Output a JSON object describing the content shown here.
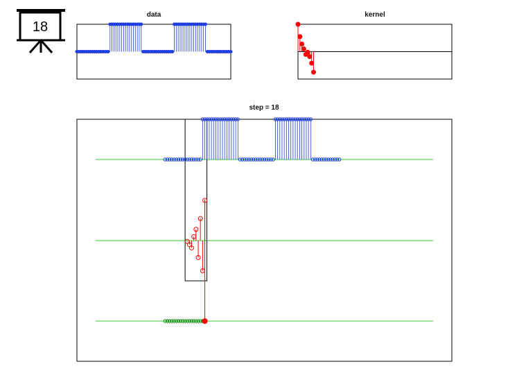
{
  "badge": {
    "number": "18",
    "icon": "presentation-board-icon"
  },
  "colors": {
    "data": "#1f3fdf",
    "kernel": "#ff0000",
    "output": "#118811",
    "axis_line": "#33cc33",
    "frame": "#000000"
  },
  "chart_data": [
    {
      "type": "stem",
      "title": "data",
      "x": [
        0,
        1,
        2,
        3,
        4,
        5,
        6,
        7,
        8,
        9,
        10,
        11,
        12,
        13,
        14,
        15,
        16,
        17,
        18,
        19,
        20,
        21,
        22,
        23,
        24,
        25,
        26,
        27,
        28,
        29,
        30,
        31,
        32,
        33,
        34,
        35,
        36,
        37,
        38,
        39,
        40,
        41,
        42,
        43,
        44,
        45,
        46,
        47,
        48,
        49,
        50,
        51,
        52,
        53,
        54,
        55,
        56,
        57,
        58,
        59,
        60,
        61,
        62,
        63,
        64,
        65,
        66,
        67,
        68,
        69,
        70,
        71,
        72,
        73,
        74,
        75,
        76,
        77,
        78,
        79
      ],
      "values": [
        0,
        0,
        0,
        0,
        0,
        0,
        0,
        0,
        0,
        0,
        0,
        0,
        0,
        0,
        0,
        0,
        0,
        1,
        1,
        1,
        1,
        1,
        1,
        1,
        1,
        1,
        1,
        1,
        1,
        1,
        1,
        1,
        1,
        1,
        0,
        0,
        0,
        0,
        0,
        0,
        0,
        0,
        0,
        0,
        0,
        0,
        0,
        0,
        0,
        0,
        1,
        1,
        1,
        1,
        1,
        1,
        1,
        1,
        1,
        1,
        1,
        1,
        1,
        1,
        1,
        1,
        1,
        0,
        0,
        0,
        0,
        0,
        0,
        0,
        0,
        0,
        0,
        0,
        0,
        0
      ],
      "xlim": [
        0,
        79
      ],
      "ylim": [
        -1,
        1
      ],
      "grid": false
    },
    {
      "type": "stem",
      "title": "kernel",
      "x": [
        0,
        1,
        2,
        3,
        4,
        5,
        6,
        7,
        8
      ],
      "values": [
        1.0,
        0.55,
        0.28,
        0.1,
        -0.1,
        -0.02,
        -0.18,
        -0.42,
        -0.75
      ],
      "xlim": [
        0,
        79
      ],
      "ylim": [
        -1,
        1
      ],
      "grid": false
    },
    {
      "type": "stem",
      "title": "step = 18",
      "step": 18,
      "data_x": [
        0,
        1,
        2,
        3,
        4,
        5,
        6,
        7,
        8,
        9,
        10,
        11,
        12,
        13,
        14,
        15,
        16,
        17,
        18,
        19,
        20,
        21,
        22,
        23,
        24,
        25,
        26,
        27,
        28,
        29,
        30,
        31,
        32,
        33,
        34,
        35,
        36,
        37,
        38,
        39,
        40,
        41,
        42,
        43,
        44,
        45,
        46,
        47,
        48,
        49,
        50,
        51,
        52,
        53,
        54,
        55,
        56,
        57,
        58,
        59,
        60,
        61,
        62,
        63,
        64,
        65,
        66,
        67,
        68,
        69,
        70,
        71,
        72,
        73,
        74,
        75,
        76,
        77,
        78,
        79
      ],
      "data_values": [
        0,
        0,
        0,
        0,
        0,
        0,
        0,
        0,
        0,
        0,
        0,
        0,
        0,
        0,
        0,
        0,
        0,
        1,
        1,
        1,
        1,
        1,
        1,
        1,
        1,
        1,
        1,
        1,
        1,
        1,
        1,
        1,
        1,
        1,
        0,
        0,
        0,
        0,
        0,
        0,
        0,
        0,
        0,
        0,
        0,
        0,
        0,
        0,
        0,
        0,
        1,
        1,
        1,
        1,
        1,
        1,
        1,
        1,
        1,
        1,
        1,
        1,
        1,
        1,
        1,
        1,
        1,
        0,
        0,
        0,
        0,
        0,
        0,
        0,
        0,
        0,
        0,
        0,
        0,
        0
      ],
      "kernel_x": [
        10,
        11,
        12,
        13,
        14,
        15,
        16,
        17,
        18
      ],
      "kernel_values": [
        -0.02,
        -0.1,
        -0.18,
        0.1,
        0.28,
        -0.42,
        0.55,
        -0.75,
        1.0
      ],
      "output_x": [
        0,
        1,
        2,
        3,
        4,
        5,
        6,
        7,
        8,
        9,
        10,
        11,
        12,
        13,
        14,
        15,
        16,
        17,
        18
      ],
      "output_values": [
        0,
        0,
        0,
        0,
        0,
        0,
        0,
        0,
        0,
        0,
        0,
        0,
        0,
        0,
        0,
        0,
        0,
        0,
        0
      ],
      "window_x": [
        10,
        18
      ],
      "xlim": [
        -40,
        130
      ],
      "ylim": [
        -1,
        1
      ],
      "grid": false
    }
  ]
}
